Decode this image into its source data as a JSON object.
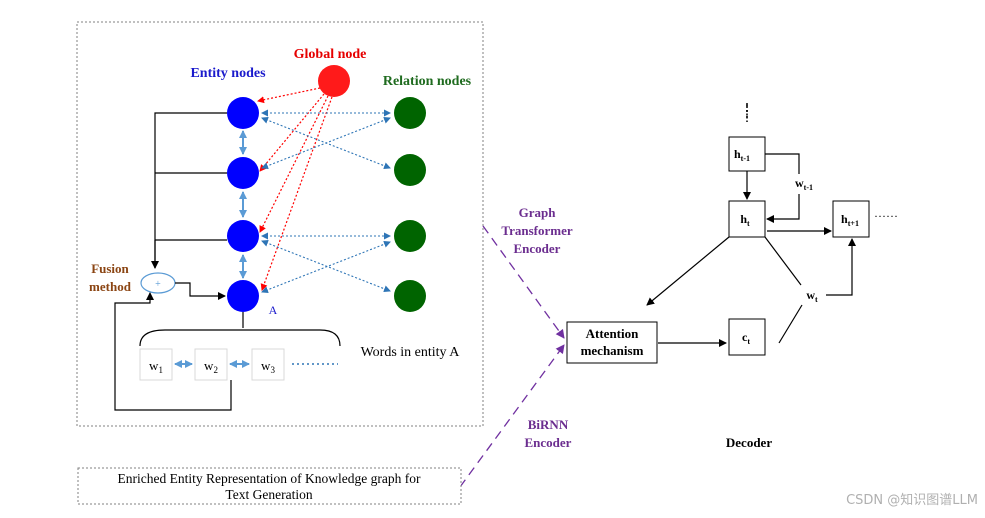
{
  "labels": {
    "global_node": "Global node",
    "entity_nodes": "Entity nodes",
    "relation_nodes": "Relation nodes",
    "fusion_method_line1": "Fusion",
    "fusion_method_line2": "method",
    "entity_a": "A",
    "plus": "+",
    "words_in_entity": "Words in entity A",
    "word_ellipsis": "·······",
    "graph_encoder_line1": "Graph",
    "graph_encoder_line2": "Transformer",
    "graph_encoder_line3": "Encoder",
    "birnn_line1": "BiRNN",
    "birnn_line2": "Encoder",
    "attention_line1": "Attention",
    "attention_line2": "mechanism",
    "decoder": "Decoder",
    "vertical_ellipsis": "⋮",
    "h_ellipsis": "······",
    "caption_line1": "Enriched Entity Representation of Knowledge graph for",
    "caption_line2": "Text Generation",
    "watermark": "CSDN @知识图谱LLM"
  },
  "words": [
    {
      "base": "w",
      "sub": "1"
    },
    {
      "base": "w",
      "sub": "2"
    },
    {
      "base": "w",
      "sub": "3"
    }
  ],
  "decoder_nodes": {
    "h_prev": {
      "base": "h",
      "sub": "t-1"
    },
    "h_t": {
      "base": "h",
      "sub": "t"
    },
    "h_next": {
      "base": "h",
      "sub": "t+1"
    },
    "c_t": {
      "base": "c",
      "sub": "t"
    },
    "w_prev": {
      "base": "w",
      "sub": "t-1"
    },
    "w_t": {
      "base": "w",
      "sub": "t"
    }
  },
  "colors": {
    "global_node": "#ff1a1a",
    "entity_node": "#0000ff",
    "relation_node": "#006400",
    "global_label": "#e60000",
    "entity_label": "#1a1acc",
    "relation_label": "#1f6b1f",
    "fusion_label": "#8b4513",
    "encoder_label": "#6b2d8f",
    "dashed_purple": "#7030a0",
    "blue_link": "#5b9bd5",
    "red_link": "#ff0000",
    "dotted_blue": "#2e75b6"
  }
}
